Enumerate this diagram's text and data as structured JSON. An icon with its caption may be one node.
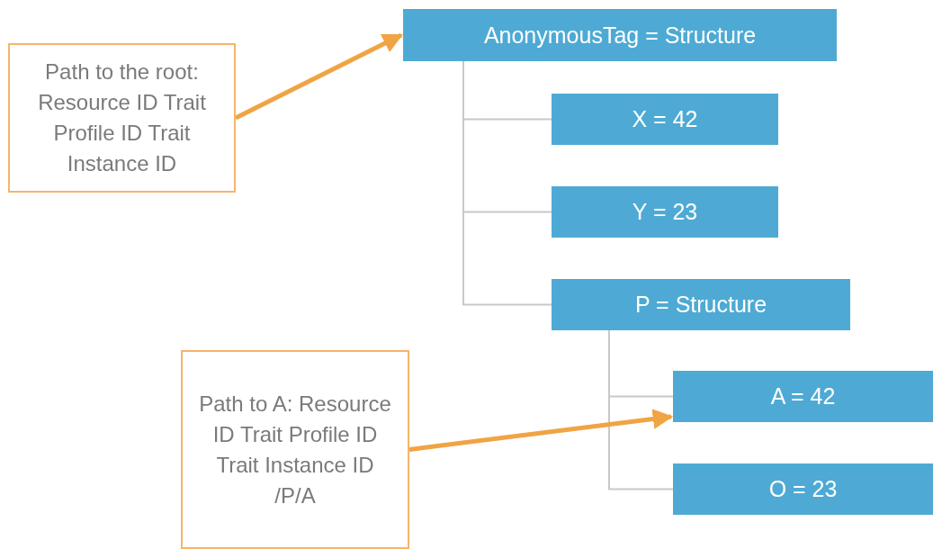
{
  "diagram": {
    "nodes": [
      {
        "text": [
          "Path to the root: Resource ID Trait Profile ID Trait Instance ID"
        ]
      },
      {
        "text": [
          "AnonymousTag = Structure"
        ]
      },
      {
        "text": [
          "X = 42"
        ]
      },
      {
        "text": [
          "Y = 23"
        ]
      },
      {
        "text": [
          "P = Structure"
        ]
      },
      {
        "text": [
          "Path to A: Resource ID Trait Profile ID Trait Instance ID /P/A"
        ]
      },
      {
        "text": [
          "A = 42"
        ]
      },
      {
        "text": [
          "O = 23"
        ]
      }
    ],
    "edges": [
      {
        "from": 0,
        "to": 1,
        "arrow": "to",
        "style": "thick",
        "color": "#f0a444"
      },
      {
        "from": 1,
        "to": 2,
        "arrow": "none"
      },
      {
        "from": 1,
        "to": 3,
        "arrow": "none"
      },
      {
        "from": 1,
        "to": 4,
        "arrow": "none"
      },
      {
        "from": 4,
        "to": 6,
        "arrow": "none"
      },
      {
        "from": 4,
        "to": 7,
        "arrow": "none"
      },
      {
        "from": 5,
        "to": 6,
        "arrow": "to",
        "style": "thick",
        "color": "#f0a444"
      }
    ]
  }
}
